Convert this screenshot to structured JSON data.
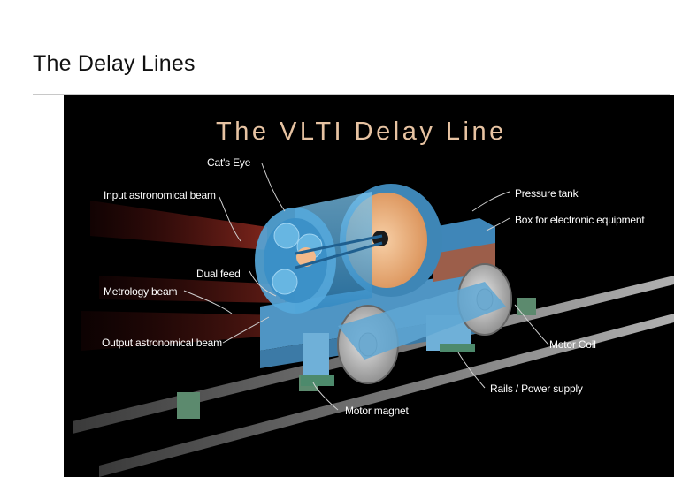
{
  "slide": {
    "title": "The Delay Lines"
  },
  "figure": {
    "title": "The VLTI Delay Line",
    "labels": {
      "cats_eye": "Cat's Eye",
      "input_beam": "Input astronomical beam",
      "dual_feed": "Dual feed",
      "metrology_beam": "Metrology beam",
      "output_beam": "Output astronomical beam",
      "pressure_tank": "Pressure tank",
      "box_electronic": "Box for electronic equipment",
      "motor_coil": "Motor Coil",
      "rails_power": "Rails / Power supply",
      "motor_magnet": "Motor magnet"
    },
    "colors": {
      "background": "#000000",
      "title": "#e7c3a2",
      "label": "#ffffff",
      "leader_line": "#cfcfcf",
      "cylinder": "#4aa8e0",
      "tank_face": "#f2b98a",
      "chassis": "#5fa7d3",
      "rail": "#9a9a9a",
      "beam_red": "#c0392b"
    }
  }
}
